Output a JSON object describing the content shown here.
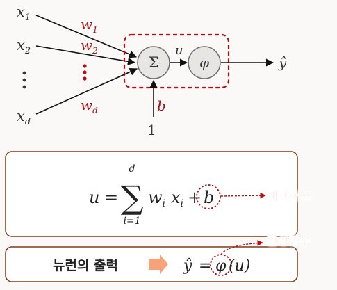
{
  "diagram": {
    "inputs": [
      {
        "var": "x",
        "sub": "1"
      },
      {
        "var": "x",
        "sub": "2"
      },
      {
        "var": "x",
        "sub": "d"
      }
    ],
    "weights": [
      {
        "var": "w",
        "sub": "1"
      },
      {
        "var": "w",
        "sub": "2"
      },
      {
        "var": "w",
        "sub": "d"
      }
    ],
    "sum_symbol": "Σ",
    "activation_symbol": "φ",
    "u_label": "u",
    "bias_label": "b",
    "bias_input": "1",
    "output_label": "ŷ"
  },
  "formula_box": {
    "lhs": "u",
    "equals": "=",
    "sum_top": "d",
    "sum_symbol": "∑",
    "sum_bottom": "i=1",
    "term_w": "w",
    "term_w_sub": "i",
    "term_x": "x",
    "term_x_sub": "i",
    "plus": "+",
    "bias": "b",
    "bias_callout": "바이어스"
  },
  "output_box": {
    "label": "뉴런의 출력",
    "lhs": "ŷ",
    "equals": "=",
    "func": "φ",
    "arg": "(u)",
    "activation_callout": "활성함수"
  },
  "colors": {
    "weight_red": "#a30f12",
    "dashed_red": "#b00f14",
    "callout_red": "#e0474b",
    "box_border": "#7a3a1a",
    "arrow_orange": "#f6a27a",
    "node_fill": "#e8e6e3",
    "node_stroke": "#6e6e6e"
  }
}
